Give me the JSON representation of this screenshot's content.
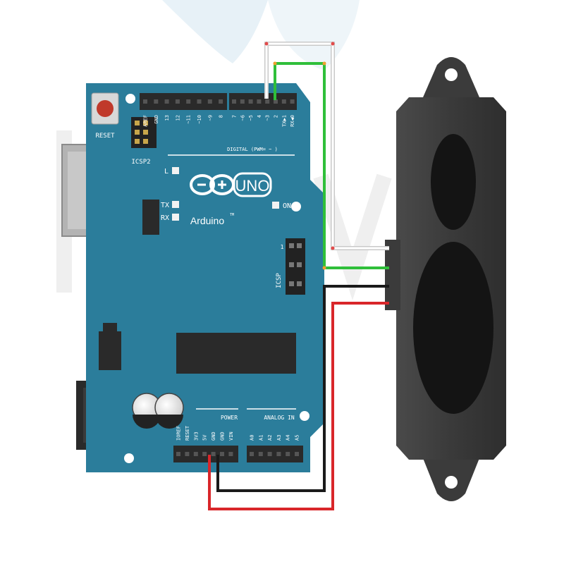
{
  "board": {
    "reset_label": "RESET",
    "icsp2_label": "ICSP2",
    "icsp_label": "ICSP",
    "icsp_pin1": "1",
    "led_l": "L",
    "led_tx": "TX",
    "led_rx": "RX",
    "led_on": "ON",
    "logo_model": "UNO",
    "logo_brand": "Arduino",
    "logo_tm": "TM",
    "digital_label": "DIGITAL (PWM= ~ )",
    "top_pins_left": [
      "AREF",
      "GND",
      "13",
      "12",
      "~11",
      "~10",
      "~9",
      "8"
    ],
    "top_pins_right": [
      "7",
      "~6",
      "~5",
      "4",
      "~3",
      "2",
      "TX▶1",
      "RX◀0"
    ],
    "power_label": "POWER",
    "analog_label": "ANALOG IN",
    "power_pins": [
      "IOREF",
      "RESET",
      "3V3",
      "5V",
      "GND",
      "GND",
      "VIN"
    ],
    "analog_pins": [
      "A0",
      "A1",
      "A2",
      "A3",
      "A4",
      "A5"
    ]
  },
  "colors": {
    "board": "#2b7d9b",
    "board_dark": "#1f6680",
    "header": "#2a2a2a",
    "reset": "#c0392b",
    "wire_red": "#d9262a",
    "wire_black": "#1a1a1a",
    "wire_green": "#2fbf3a",
    "wire_white": "#e8e8e8",
    "sensor_body": "#3d3d3d",
    "sensor_lens": "#141414"
  }
}
